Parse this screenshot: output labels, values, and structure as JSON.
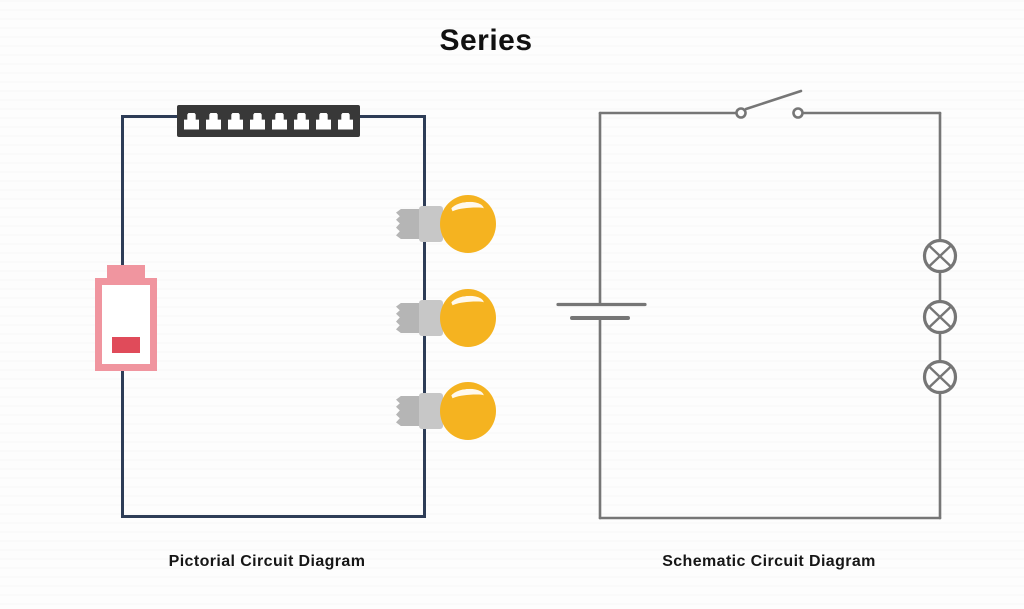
{
  "title": "Series",
  "pictorial": {
    "label": "Pictorial Circuit Diagram",
    "switch_jack_count": 8,
    "bulb_count": 3,
    "components": [
      "battery",
      "connector-strip-switch",
      "light-bulb",
      "light-bulb",
      "light-bulb"
    ],
    "colors": {
      "wire": "#2e3d57",
      "switch_body": "#383838",
      "battery_border": "#f0959f",
      "battery_bars": "#e04b5a",
      "bulb_glass": "#f5b320",
      "bulb_base": "#b5b5b5"
    }
  },
  "schematic": {
    "label": "Schematic Circuit Diagram",
    "lamp_count": 3,
    "switch_state": "open",
    "components": [
      "open-switch",
      "cell",
      "lamp",
      "lamp",
      "lamp"
    ],
    "colors": {
      "wire": "#767676"
    }
  }
}
